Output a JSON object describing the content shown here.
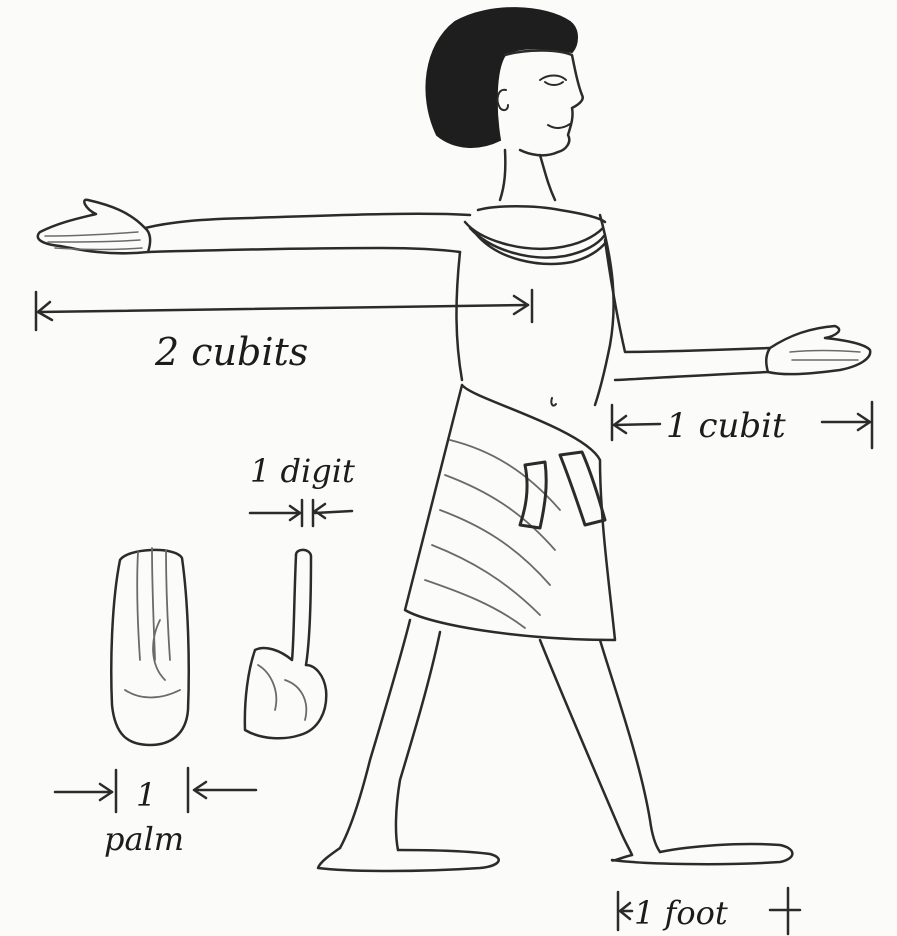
{
  "figure": {
    "labels": {
      "two_cubits": "2 cubits",
      "one_cubit": "1 cubit",
      "one_digit": "1 digit",
      "one_palm_number": "1",
      "one_palm_word": "palm",
      "one_foot": "1 foot"
    },
    "colors": {
      "background": "#fbfbf9",
      "ink": "#2b2b2b",
      "hair": "#1e1e1e"
    }
  }
}
